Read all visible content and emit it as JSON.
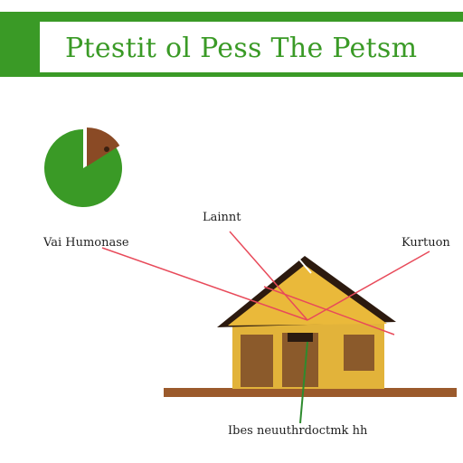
{
  "header": {
    "title": "Ptestit ol Pess The Petsm"
  },
  "labels": {
    "top_center": "Lainnt",
    "left": "Vai Humonase",
    "right": "Kurtuon",
    "bottom": "Ibes neuuthrdoctmk hh"
  },
  "pie": {
    "slices": [
      {
        "name": "",
        "fraction": 0.84,
        "color": "#3a9a26"
      },
      {
        "name": "",
        "fraction": 0.16,
        "color": "#8a4a25"
      }
    ]
  },
  "colors": {
    "banner_green": "#3a9a26",
    "roof": "#eab93a",
    "wall": "#e2b33a",
    "door": "#8b5a2b",
    "ground": "#9b5a2c",
    "callout_red": "#e84a5a",
    "callout_green": "#2e8b2e"
  }
}
